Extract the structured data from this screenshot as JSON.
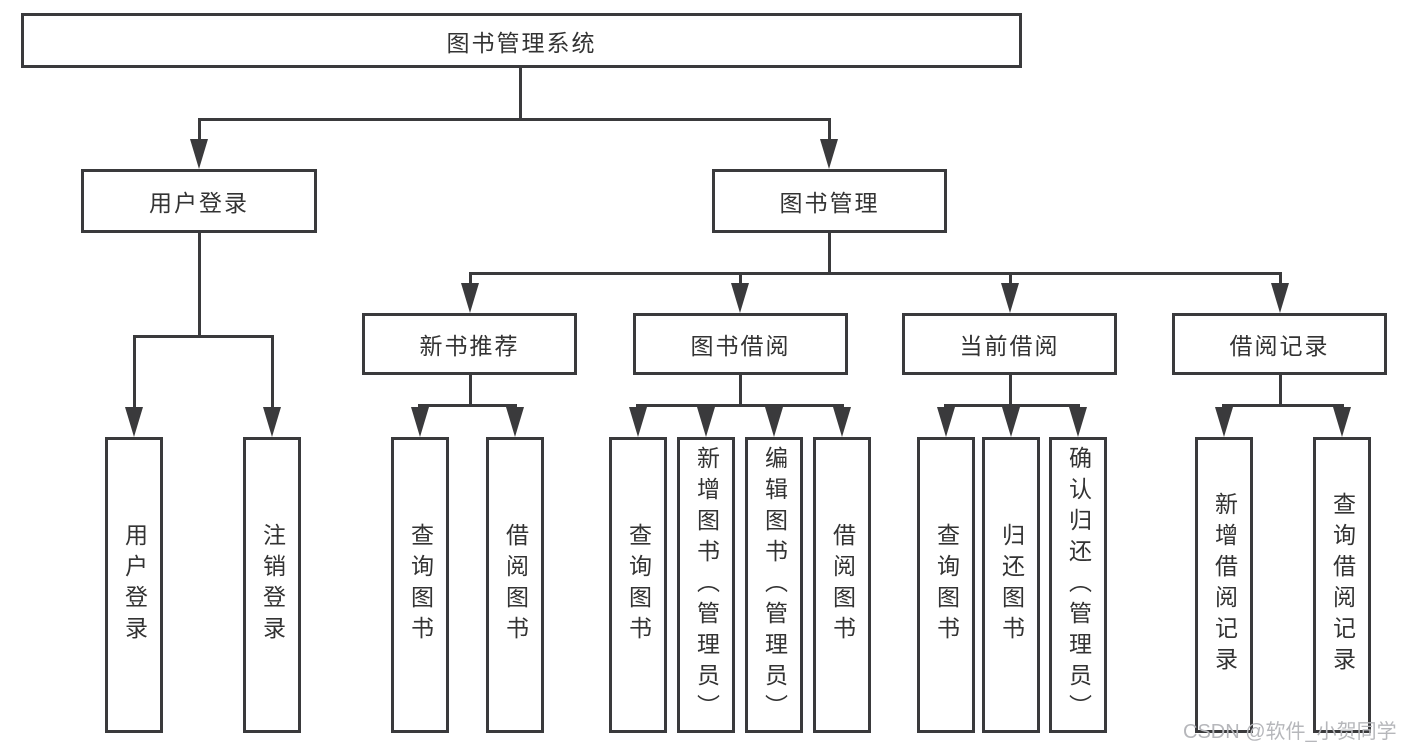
{
  "colors": {
    "page_bg": "#ffffff",
    "line": "#3a3a3c",
    "box_border": "#3a3a3c",
    "box_bg": "#ffffff",
    "text": "#333333",
    "watermark": "#b6b7bb"
  },
  "tree": {
    "root": "图书管理系统",
    "branches": [
      {
        "label": "用户登录",
        "children": [
          "用户登录",
          "注销登录"
        ]
      },
      {
        "label": "图书管理",
        "children": [
          {
            "label": "新书推荐",
            "children": [
              "查询图书",
              "借阅图书"
            ]
          },
          {
            "label": "图书借阅",
            "children": [
              "查询图书",
              "新增图书（管理员）",
              "编辑图书（管理员）",
              "借阅图书"
            ]
          },
          {
            "label": "当前借阅",
            "children": [
              "查询图书",
              "归还图书",
              "确认归还（管理员）"
            ]
          },
          {
            "label": "借阅记录",
            "children": [
              "新增借阅记录",
              "查询借阅记录"
            ]
          }
        ]
      }
    ]
  },
  "watermark": "CSDN @软件_小贺同学"
}
